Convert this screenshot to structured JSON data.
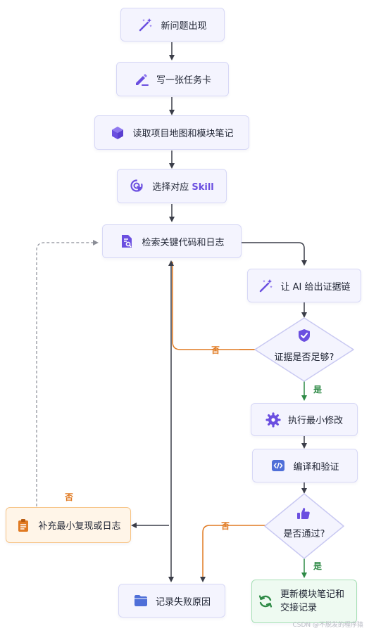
{
  "nodes": {
    "n1": "新问题出现",
    "n2": "写一张任务卡",
    "n3": "读取项目地图和模块笔记",
    "n4_prefix": "选择对应 ",
    "n4_accent": "Skill",
    "n5": "检索关键代码和日志",
    "n6": "让 AI 给出证据链",
    "d1": "证据是否足够?",
    "n7": "执行最小修改",
    "n8": "编译和验证",
    "d2": "是否通过?",
    "n9": "更新模块笔记和交接记录",
    "n10": "记录失败原因",
    "n11": "补充最小复现或日志"
  },
  "edge_labels": {
    "no_d1": "否",
    "yes_d1": "是",
    "no_d2": "否",
    "yes_d2": "是",
    "no_loop": "否"
  },
  "colors": {
    "purple": "#6b4fe0",
    "orange": "#e07a22",
    "green": "#2e8a46",
    "edge": "#3a3d48"
  },
  "icons": [
    "magic-wand-icon",
    "pencil-icon",
    "cube-icon",
    "target-cursor-icon",
    "document-search-icon",
    "magic-wand-icon",
    "shield-check-icon",
    "gear-icon",
    "code-icon",
    "thumbs-up-icon",
    "refresh-icon",
    "folder-icon",
    "clipboard-icon"
  ],
  "watermark": "CSDN @不脱发的程序猿"
}
